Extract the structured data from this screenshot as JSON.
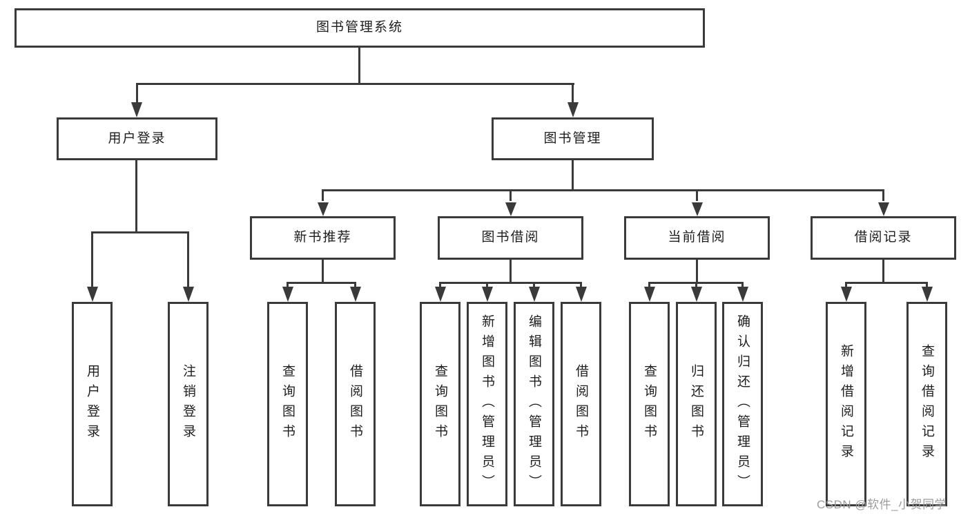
{
  "title": "图书管理系统",
  "watermark": "CSDN @软件_小贺同学",
  "colors": {
    "line": "#3a3a3a",
    "text": "#1e1e1e",
    "watermark": "#9c9c9c",
    "bg": "#ffffff"
  },
  "tree": {
    "label": "图书管理系统",
    "children": [
      {
        "label": "用户登录",
        "children": [
          {
            "label": "用户登录"
          },
          {
            "label": "注销登录"
          }
        ]
      },
      {
        "label": "图书管理",
        "children": [
          {
            "label": "新书推荐",
            "children": [
              {
                "label": "查询图书"
              },
              {
                "label": "借阅图书"
              }
            ]
          },
          {
            "label": "图书借阅",
            "children": [
              {
                "label": "查询图书"
              },
              {
                "label": "新增图书（管理员）"
              },
              {
                "label": "编辑图书（管理员）"
              },
              {
                "label": "借阅图书"
              }
            ]
          },
          {
            "label": "当前借阅",
            "children": [
              {
                "label": "查询图书"
              },
              {
                "label": "归还图书"
              },
              {
                "label": "确认归还（管理员）"
              }
            ]
          },
          {
            "label": "借阅记录",
            "children": [
              {
                "label": "新增借阅记录"
              },
              {
                "label": "查询借阅记录"
              }
            ]
          }
        ]
      }
    ]
  }
}
